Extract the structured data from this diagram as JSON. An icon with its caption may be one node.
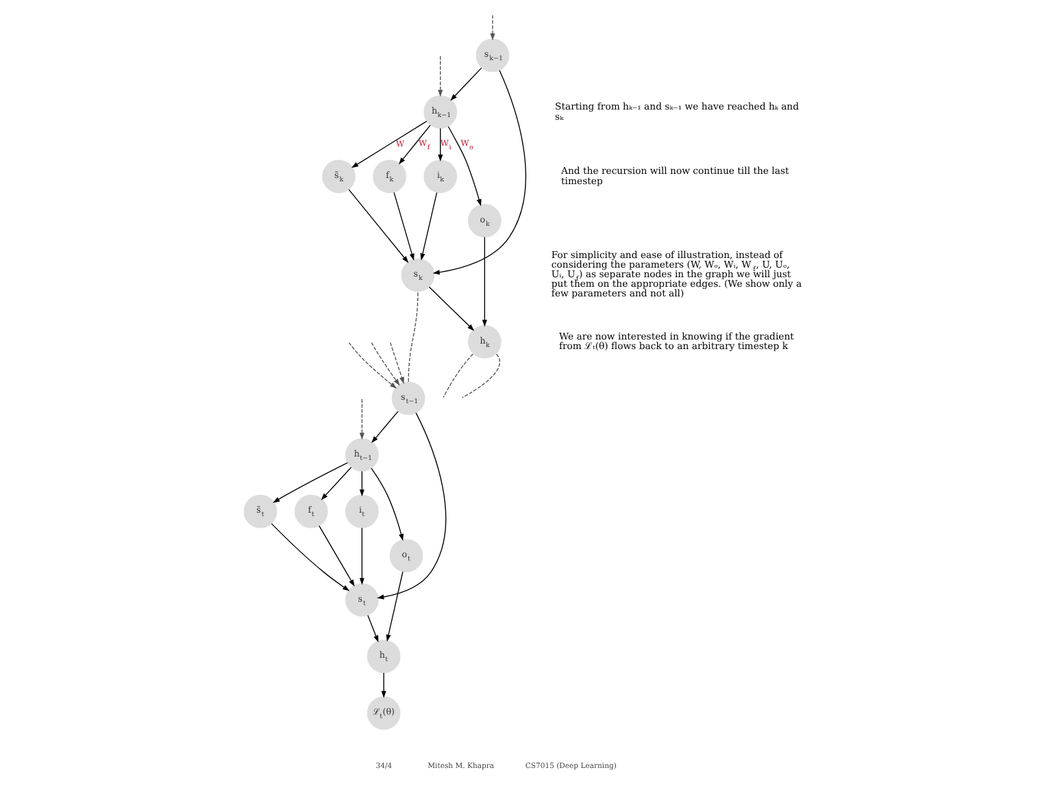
{
  "diagram": {
    "nodes": [
      {
        "text": [
          "s$_{k−1}$"
        ]
      },
      {
        "text": [
          "h$_{k−1}$"
        ]
      },
      {
        "text": [
          "s̃$_{k}$"
        ]
      },
      {
        "text": [
          "f$_{k}$"
        ]
      },
      {
        "text": [
          "i$_{k}$"
        ]
      },
      {
        "text": [
          "o$_{k}$"
        ]
      },
      {
        "text": [
          "s$_{k}$"
        ]
      },
      {
        "text": [
          "h$_{k}$"
        ]
      },
      {
        "text": [
          "s$_{t−1}$"
        ]
      },
      {
        "text": [
          "h$_{t−1}$"
        ]
      },
      {
        "text": [
          "s̃$_{t}$"
        ]
      },
      {
        "text": [
          "f$_{t}$"
        ]
      },
      {
        "text": [
          "i$_{t}$"
        ]
      },
      {
        "text": [
          "o$_{t}$"
        ]
      },
      {
        "text": [
          "s$_{t}$"
        ]
      },
      {
        "text": [
          "h$_{t}$"
        ]
      },
      {
        "text": [
          "ℒ$_{t}$(θ)"
        ]
      }
    ],
    "edges": [
      {
        "from": null,
        "to": 0,
        "arrow": "to",
        "style": "dashed"
      },
      {
        "from": null,
        "to": 1,
        "arrow": "to",
        "style": "dashed"
      },
      {
        "from": 0,
        "to": 1,
        "arrow": "to"
      },
      {
        "from": 0,
        "to": 6,
        "arrow": "to"
      },
      {
        "from": 1,
        "to": 2,
        "arrow": "to",
        "label": "W"
      },
      {
        "from": 1,
        "to": 3,
        "arrow": "to",
        "label": "W$_{f}$"
      },
      {
        "from": 1,
        "to": 4,
        "arrow": "to",
        "label": "W$_{i}$"
      },
      {
        "from": 1,
        "to": 5,
        "arrow": "to",
        "label": "W$_{o}$"
      },
      {
        "from": 2,
        "to": 6,
        "arrow": "to"
      },
      {
        "from": 3,
        "to": 6,
        "arrow": "to"
      },
      {
        "from": 4,
        "to": 6,
        "arrow": "to"
      },
      {
        "from": 5,
        "to": 7,
        "arrow": "to"
      },
      {
        "from": 6,
        "to": 7,
        "arrow": "to"
      },
      {
        "from": 6,
        "to": 8,
        "arrow": "none",
        "style": "dashed"
      },
      {
        "from": 7,
        "to": null,
        "arrow": "none",
        "style": "dashed"
      },
      {
        "from": 7,
        "to": null,
        "arrow": "none",
        "style": "dashed"
      },
      {
        "from": null,
        "to": 8,
        "arrow": "to",
        "style": "dashed"
      },
      {
        "from": null,
        "to": 8,
        "arrow": "to",
        "style": "dashed"
      },
      {
        "from": null,
        "to": 8,
        "arrow": "to",
        "style": "dashed"
      },
      {
        "from": null,
        "to": 9,
        "arrow": "to",
        "style": "dashed"
      },
      {
        "from": 8,
        "to": 9,
        "arrow": "to"
      },
      {
        "from": 8,
        "to": 14,
        "arrow": "to"
      },
      {
        "from": 9,
        "to": 10,
        "arrow": "to"
      },
      {
        "from": 9,
        "to": 11,
        "arrow": "to"
      },
      {
        "from": 9,
        "to": 12,
        "arrow": "to"
      },
      {
        "from": 9,
        "to": 13,
        "arrow": "to"
      },
      {
        "from": 10,
        "to": 14,
        "arrow": "to"
      },
      {
        "from": 11,
        "to": 14,
        "arrow": "to"
      },
      {
        "from": 12,
        "to": 14,
        "arrow": "to"
      },
      {
        "from": 13,
        "to": 15,
        "arrow": "to"
      },
      {
        "from": 14,
        "to": 15,
        "arrow": "to"
      },
      {
        "from": 15,
        "to": 16,
        "arrow": "to"
      }
    ],
    "labels": [
      "Starting from hₖ₋₁ and sₖ₋₁ we have reached hₖ and sₖ",
      "And the recursion will now continue till the last timestep",
      "For simplicity and ease of illustration, instead of considering the parameters (W, Wₒ, Wᵢ, W$_{f}$, U, Uₒ, Uᵢ, U$_{f}$) as separate nodes in the graph we will just put them on the appropriate edges. (We show only a few parameters and not all)",
      "We are now interested in knowing if the gradient from ℒₜ(θ) flows back to an arbitrary timestep k",
      "34/4",
      "Mitesh M. Khapra",
      "CS7015 (Deep Learning)"
    ]
  }
}
